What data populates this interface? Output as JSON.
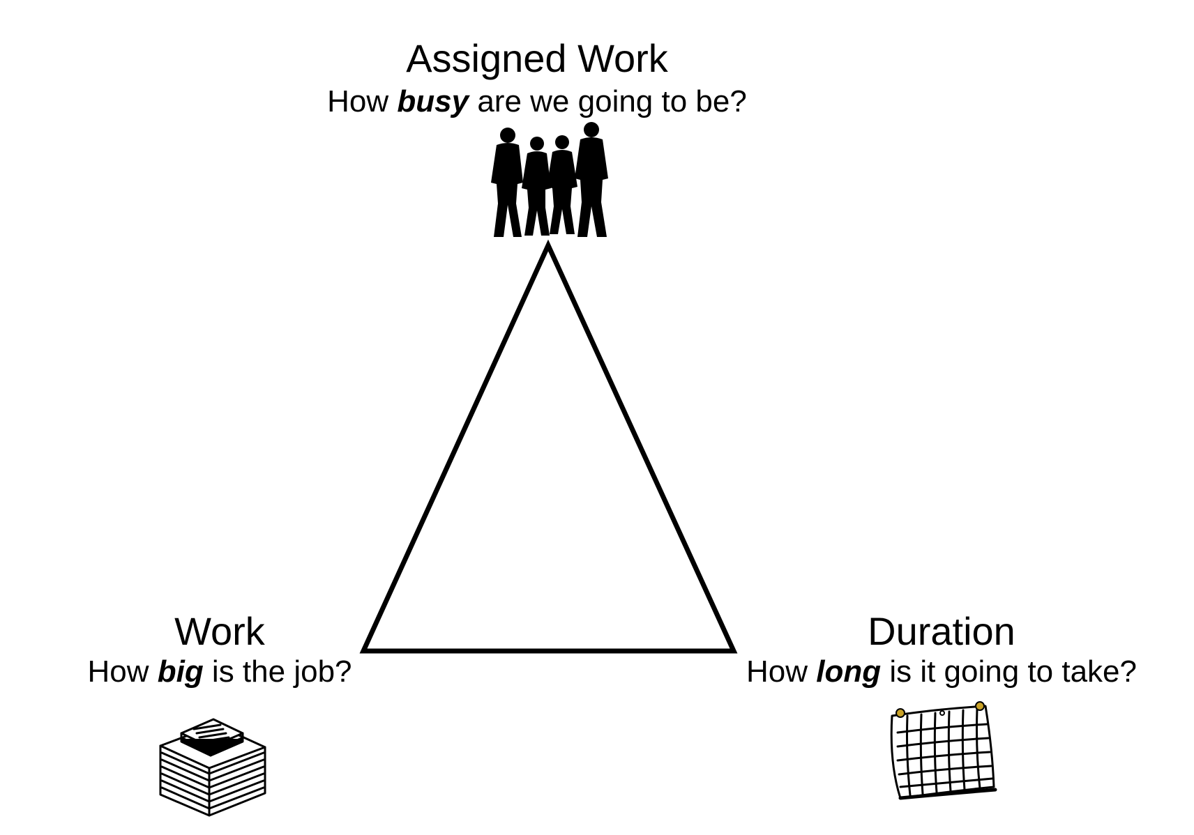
{
  "nodes": {
    "assigned_work": {
      "title": "Assigned Work",
      "question_pre": "How ",
      "question_emph": "busy",
      "question_post": " are we going to be?",
      "icon": "people-silhouette-icon"
    },
    "work": {
      "title": "Work",
      "question_pre": "How ",
      "question_emph": "big",
      "question_post": " is the job?",
      "icon": "paper-stack-icon"
    },
    "duration": {
      "title": "Duration",
      "question_pre": "How ",
      "question_emph": "long",
      "question_post": " is it going to take?",
      "icon": "calendar-icon"
    }
  },
  "colors": {
    "line": "#000000",
    "background": "#ffffff",
    "pin": "#c9a227"
  }
}
